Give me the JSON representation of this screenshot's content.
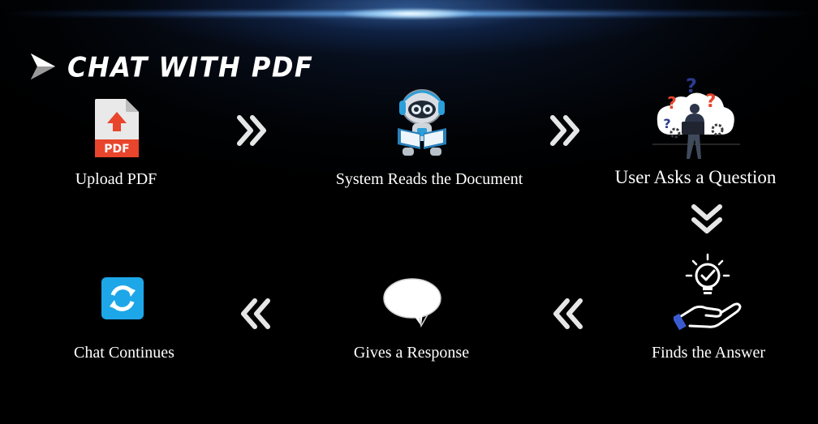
{
  "title": "CHAT WITH PDF",
  "steps": [
    {
      "label": "Upload PDF",
      "icon": "pdf-file-icon",
      "badge_text": "PDF"
    },
    {
      "label": "System Reads the Document",
      "icon": "robot-reading-icon"
    },
    {
      "label": "User Asks a Question",
      "icon": "user-question-icon"
    },
    {
      "label": "Finds the Answer",
      "icon": "lightbulb-hand-icon"
    },
    {
      "label": "Gives a Response",
      "icon": "speech-bubble-icon"
    },
    {
      "label": "Chat Continues",
      "icon": "refresh-icon"
    }
  ],
  "connectors": [
    "double-chevron-right",
    "double-chevron-right",
    "double-chevron-down",
    "double-chevron-left",
    "double-chevron-left"
  ],
  "colors": {
    "background": "#000000",
    "glow": "#78beff",
    "text": "#ffffff",
    "pdf_red": "#e8452c",
    "refresh_blue": "#1ea7e8",
    "chevron": "#e6e6e6"
  }
}
